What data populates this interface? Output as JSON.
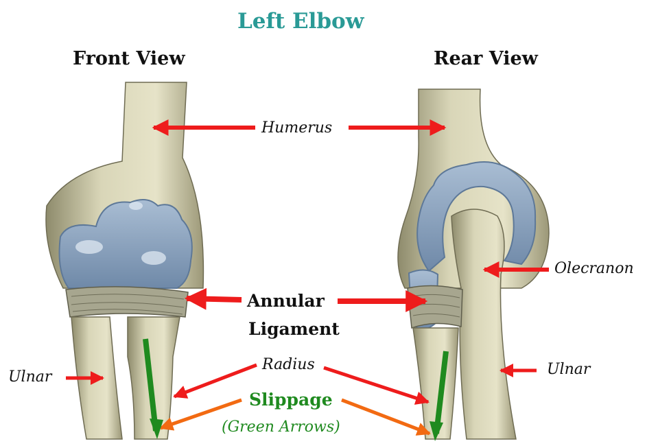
{
  "title": "Left Elbow",
  "views": {
    "front": "Front View",
    "rear": "Rear View"
  },
  "labels": {
    "humerus": "Humerus",
    "olecranon": "Olecranon",
    "annular_line1": "Annular",
    "annular_line2": "Ligament",
    "ulnar_left": "Ulnar",
    "ulnar_right": "Ulnar",
    "radius": "Radius",
    "slippage": "Slippage",
    "green_arrows": "(Green Arrows)"
  },
  "colors": {
    "title": "#2a9a96",
    "pointer_red": "#ee1c1c",
    "pointer_orange": "#f26a12",
    "slippage_green": "#1f8a1f",
    "bone": "#d9d6b8",
    "bone_shadow": "#8e8b6c",
    "cartilage": "#93aac4",
    "cartilage_dark": "#5d7898"
  }
}
